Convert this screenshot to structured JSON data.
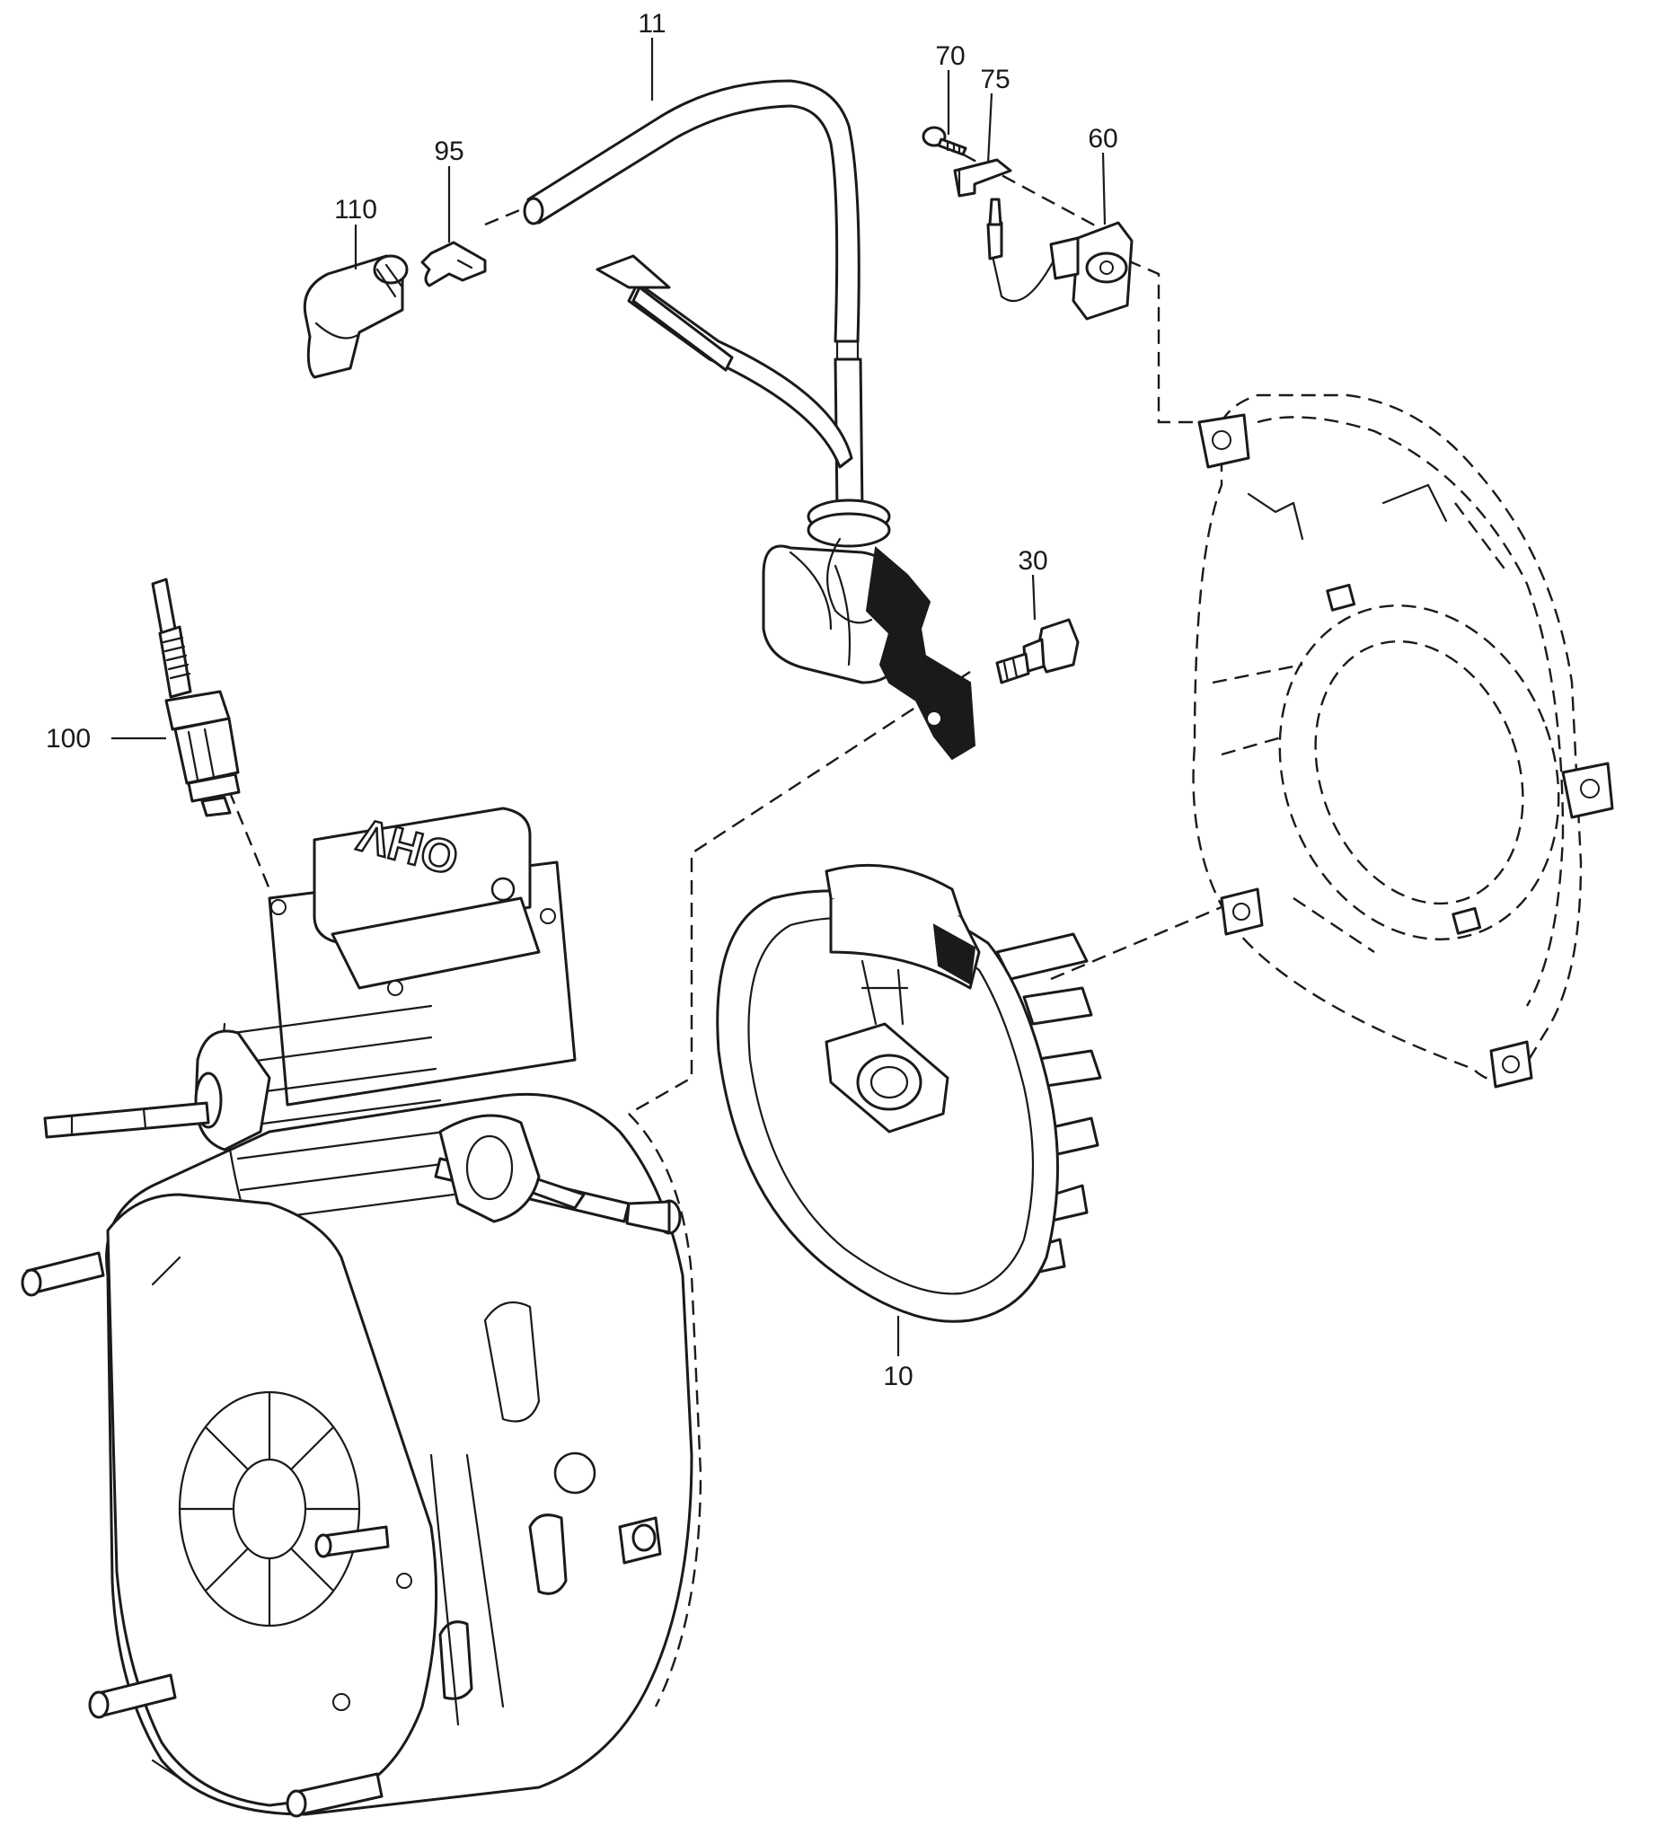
{
  "diagram": {
    "embossed_mark": "OHV",
    "callouts": [
      {
        "id": "c-11",
        "label": "11"
      },
      {
        "id": "c-70",
        "label": "70"
      },
      {
        "id": "c-75",
        "label": "75"
      },
      {
        "id": "c-60",
        "label": "60"
      },
      {
        "id": "c-95",
        "label": "95"
      },
      {
        "id": "c-110",
        "label": "110"
      },
      {
        "id": "c-30",
        "label": "30"
      },
      {
        "id": "c-100",
        "label": "100"
      },
      {
        "id": "c-10",
        "label": "10"
      }
    ]
  }
}
